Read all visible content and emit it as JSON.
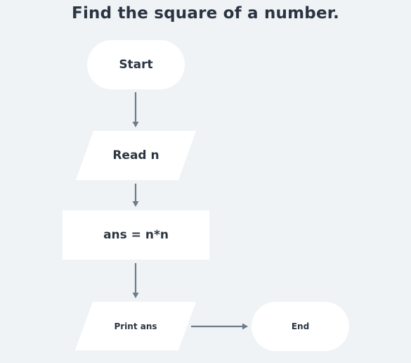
{
  "title": "Find the square of a number.",
  "nodes": {
    "start": {
      "label": "Start",
      "shape": "terminal"
    },
    "read": {
      "label": "Read n",
      "shape": "parallelogram"
    },
    "process": {
      "label": "ans = n*n",
      "shape": "rectangle"
    },
    "print": {
      "label": "Print ans",
      "shape": "parallelogram"
    },
    "end": {
      "label": "End",
      "shape": "terminal"
    }
  },
  "edges": [
    {
      "from": "start",
      "to": "read"
    },
    {
      "from": "read",
      "to": "process"
    },
    {
      "from": "process",
      "to": "print"
    },
    {
      "from": "print",
      "to": "end"
    }
  ],
  "colors": {
    "background": "#eff3f6",
    "node_fill": "#ffffff",
    "connector": "#6f7b87",
    "text": "#2b3542"
  }
}
